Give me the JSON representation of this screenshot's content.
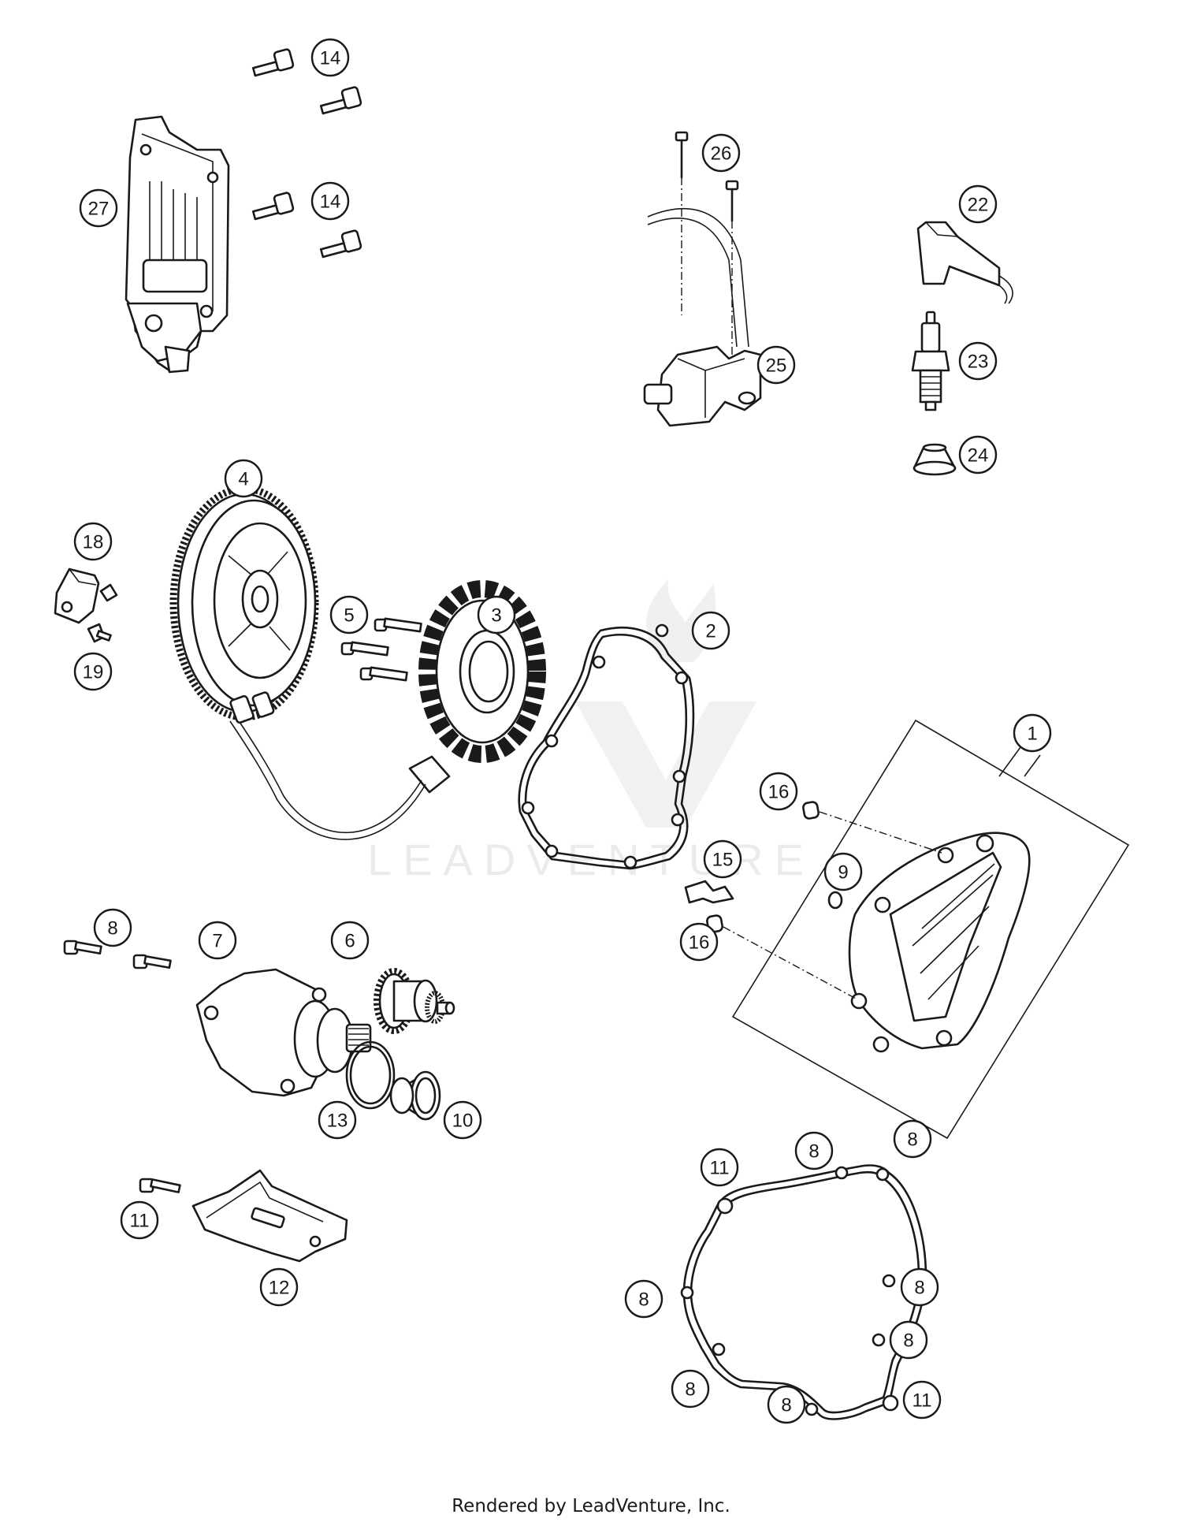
{
  "watermark": {
    "text": "LEADVENTURE"
  },
  "footer": {
    "credit": "Rendered by LeadVenture, Inc."
  },
  "callouts": [
    {
      "id": "c14a",
      "label": "14"
    },
    {
      "id": "c27",
      "label": "27"
    },
    {
      "id": "c14b",
      "label": "14"
    },
    {
      "id": "c26",
      "label": "26"
    },
    {
      "id": "c22",
      "label": "22"
    },
    {
      "id": "c25",
      "label": "25"
    },
    {
      "id": "c23",
      "label": "23"
    },
    {
      "id": "c24",
      "label": "24"
    },
    {
      "id": "c4",
      "label": "4"
    },
    {
      "id": "c18",
      "label": "18"
    },
    {
      "id": "c5",
      "label": "5"
    },
    {
      "id": "c3",
      "label": "3"
    },
    {
      "id": "c2",
      "label": "2"
    },
    {
      "id": "c19",
      "label": "19"
    },
    {
      "id": "c1",
      "label": "1"
    },
    {
      "id": "c16a",
      "label": "16"
    },
    {
      "id": "c15",
      "label": "15"
    },
    {
      "id": "c9",
      "label": "9"
    },
    {
      "id": "c8a",
      "label": "8"
    },
    {
      "id": "c7",
      "label": "7"
    },
    {
      "id": "c6",
      "label": "6"
    },
    {
      "id": "c16b",
      "label": "16"
    },
    {
      "id": "c13",
      "label": "13"
    },
    {
      "id": "c10",
      "label": "10"
    },
    {
      "id": "c11a",
      "label": "11"
    },
    {
      "id": "c8b",
      "label": "8"
    },
    {
      "id": "c8c",
      "label": "8"
    },
    {
      "id": "c11b",
      "label": "11"
    },
    {
      "id": "c12",
      "label": "12"
    },
    {
      "id": "c8d",
      "label": "8"
    },
    {
      "id": "c8e",
      "label": "8"
    },
    {
      "id": "c8f",
      "label": "8"
    },
    {
      "id": "c8g",
      "label": "8"
    },
    {
      "id": "c8h",
      "label": "8"
    },
    {
      "id": "c11c",
      "label": "11"
    }
  ]
}
